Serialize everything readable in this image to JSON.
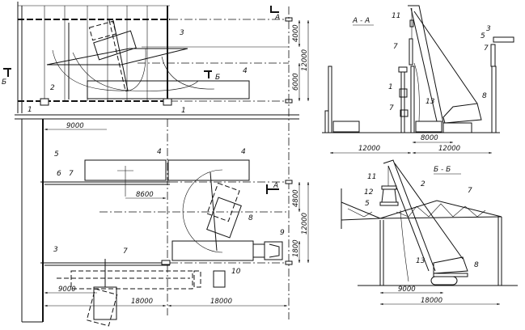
{
  "plan": {
    "section_marks": {
      "a_top": "А",
      "a_bottom": "А",
      "b_left": "Б",
      "b_mid": "Б"
    },
    "labels": {
      "n3_top": "3",
      "n2": "2",
      "n4_top": "4",
      "n1_left": "1",
      "n1_right": "1",
      "n5": "5",
      "n4_left": "4",
      "n4_right": "4",
      "n6": "6",
      "n7_top": "7",
      "n8": "8",
      "n9": "9",
      "n3_bottom": "3",
      "n7_bottom": "7",
      "n10": "10"
    },
    "dimensions": {
      "d4000": "4000",
      "d12000_top": "12000",
      "d6000": "6000",
      "d9000_mid": "9000",
      "d8600": "8600",
      "d4800": "4800",
      "d12000_bottom": "12000",
      "d1800": "1800",
      "d9000_bottom": "9000",
      "d18000_left": "18000",
      "d18000_right": "18000"
    }
  },
  "section_aa": {
    "title": "А - А",
    "labels": {
      "n11": "11",
      "n7_mast": "7",
      "n3": "3",
      "n5": "5",
      "n7_right": "7",
      "n1": "1",
      "n7_low": "7",
      "n13": "13",
      "n8": "8"
    },
    "dimensions": {
      "d8000": "8000",
      "d12000_left": "12000",
      "d12000_right": "12000"
    }
  },
  "section_bb": {
    "title": "Б - Б",
    "labels": {
      "n11": "11",
      "n12": "12",
      "n5": "5",
      "n2": "2",
      "n7": "7",
      "n13": "13",
      "n8": "8"
    },
    "dimensions": {
      "d9000": "9000",
      "d18000": "18000"
    }
  }
}
